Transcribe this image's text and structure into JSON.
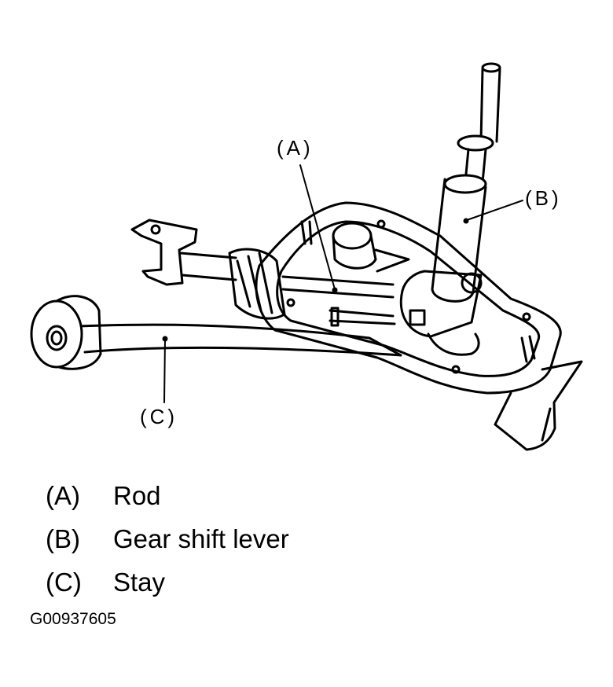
{
  "callouts": {
    "a": "(A)",
    "b": "(B)",
    "c": "(C)"
  },
  "legend": [
    {
      "key": "(A)",
      "text": "Rod"
    },
    {
      "key": "(B)",
      "text": "Gear shift lever"
    },
    {
      "key": "(C)",
      "text": "Stay"
    }
  ],
  "figure_id": "G00937605"
}
